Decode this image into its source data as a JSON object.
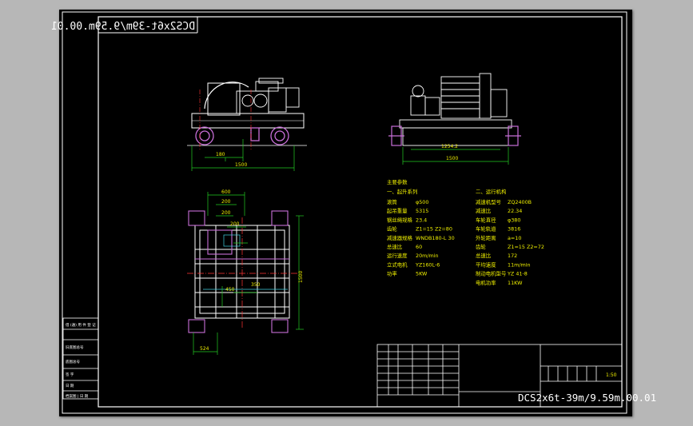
{
  "drawing": {
    "code_mirrored": "DCS2x6t-39m/9.59m.00.01",
    "code": "DCS2x6t-39m/9.59m.00.01",
    "scale": "1:50"
  },
  "side_view": {
    "dim_180": "180",
    "dim_1500": "1500"
  },
  "end_view": {
    "dim_1254": "1254.2",
    "dim_1500": "1500"
  },
  "plan_view": {
    "dims": [
      "600",
      "200",
      "200",
      "200",
      "450",
      "350",
      "1500",
      "524"
    ]
  },
  "params": {
    "title": "主要参数",
    "hoist": {
      "heading": "一、起升系列",
      "rows": [
        {
          "k": "滚筒",
          "v": "φ500"
        },
        {
          "k": "起吊重量",
          "v": "5315"
        },
        {
          "k": "钢丝绳规格",
          "v": "23.4"
        },
        {
          "k": "齿轮",
          "v": "Z1=15  Z2=80"
        },
        {
          "k": "减速器规格",
          "v": "WNDB180-L 30"
        },
        {
          "k": "总速比",
          "v": "60"
        },
        {
          "k": "运行速度",
          "v": "20m/min"
        },
        {
          "k": "立式电机",
          "v": "YZ160L-6"
        },
        {
          "k": "功率",
          "v": "5KW"
        }
      ]
    },
    "travel": {
      "heading": "二、运行机构",
      "rows": [
        {
          "k": "减速机型号",
          "v": "ZQ2400B"
        },
        {
          "k": "减速比",
          "v": "22.34"
        },
        {
          "k": "车轮直径",
          "v": "φ380"
        },
        {
          "k": "车轮轨道",
          "v": "3816"
        },
        {
          "k": "外轮距离",
          "v": "a=10"
        },
        {
          "k": "齿轮",
          "v": "Z1=15  Z2=72"
        },
        {
          "k": "总速比",
          "v": "172"
        },
        {
          "k": "平均速度",
          "v": "11m/min"
        },
        {
          "k": "制动电机型号",
          "v": "YZ 41-8"
        },
        {
          "k": "电机功率",
          "v": "11KW"
        }
      ]
    }
  },
  "left_strip": {
    "labels": [
      "借 (通) 用 件 登 记",
      "旧底图总号",
      "底图总号",
      "签 字",
      "日 期",
      "档案图 | 日 期"
    ]
  },
  "colors": {
    "line": "#ffffff",
    "machine": "#c86fd8",
    "dim": "#22cc22",
    "center": "#ff3333",
    "text": "#f0f000",
    "extra": "#3fd0e0"
  }
}
